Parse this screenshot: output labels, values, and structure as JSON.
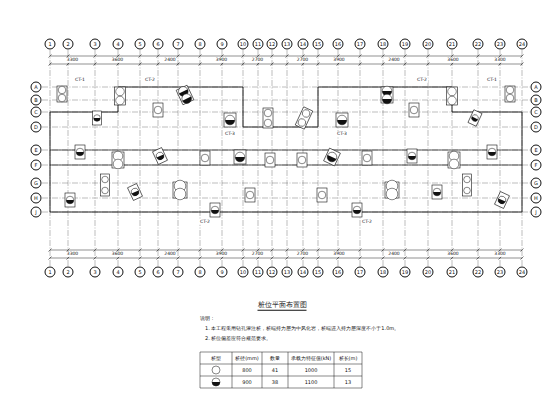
{
  "diagram": {
    "title": "桩位平面布置图",
    "labels": [
      "说明：",
      "1. 本工程采用钻孔灌注桩，桩端持力层为中风化岩，桩端进入持力层深度不小于1.0m。",
      "2. 桩位偏差应符合规范要求。",
      "桩型",
      "桩径(mm)",
      "数量",
      "承载力特征值(kN)",
      "桩长(m)",
      "800",
      "41",
      "1000",
      "15",
      "900",
      "38",
      "1100",
      "13",
      "1",
      "2",
      "3",
      "4",
      "5",
      "6",
      "7",
      "8",
      "9",
      "10",
      "11",
      "12",
      "13",
      "14",
      "15",
      "16",
      "17",
      "18",
      "19",
      "20",
      "21",
      "22",
      "23",
      "24",
      "1",
      "2",
      "3",
      "4",
      "5",
      "6",
      "7",
      "8",
      "9",
      "10",
      "11",
      "12",
      "13",
      "14",
      "15",
      "16",
      "17",
      "18",
      "19",
      "20",
      "21",
      "22",
      "23",
      "24",
      "A",
      "B",
      "C",
      "D",
      "E",
      "F",
      "G",
      "H",
      "J",
      "A",
      "B",
      "C",
      "D",
      "E",
      "F",
      "G",
      "H",
      "J",
      "3300",
      "3600",
      "2400",
      "3900",
      "2700",
      "2700",
      "3900",
      "2400",
      "3600",
      "3300",
      "3300",
      "3600",
      "2400",
      "3900",
      "2700",
      "2700",
      "3900",
      "2400",
      "3600",
      "3300",
      "CT-1",
      "CT-2",
      "CT-3",
      "CT-2",
      "CT-2",
      "CT-3",
      "CT-2",
      "CT-1"
    ]
  }
}
